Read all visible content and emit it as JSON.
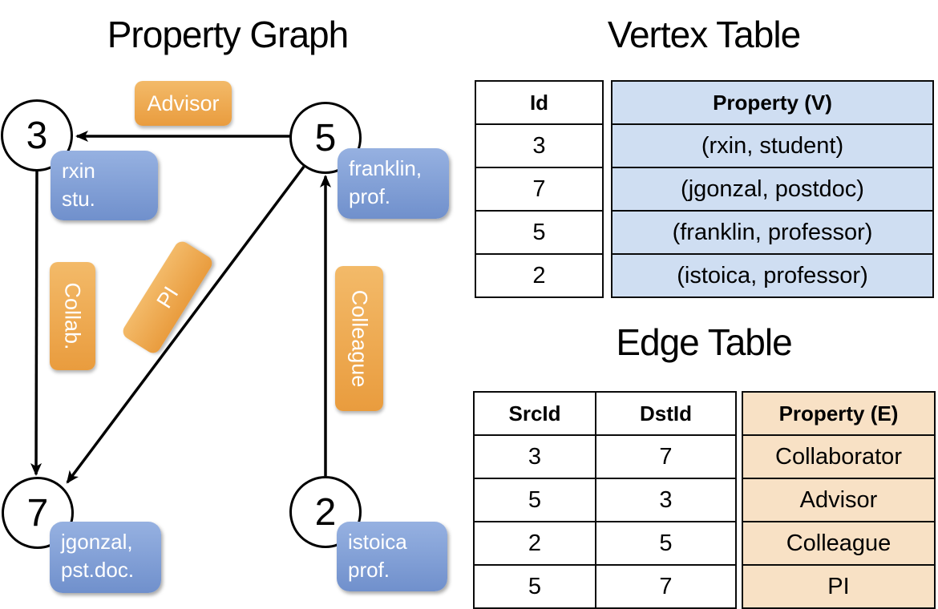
{
  "graph": {
    "title": "Property Graph",
    "nodes": [
      {
        "id": "3",
        "property_lines": [
          "rxin",
          "stu."
        ]
      },
      {
        "id": "5",
        "property_lines": [
          "franklin,",
          "prof."
        ]
      },
      {
        "id": "7",
        "property_lines": [
          "jgonzal,",
          "pst.doc."
        ]
      },
      {
        "id": "2",
        "property_lines": [
          "istoica",
          "prof."
        ]
      }
    ],
    "edges": [
      {
        "src": "5",
        "dst": "3",
        "label": "Advisor"
      },
      {
        "src": "3",
        "dst": "7",
        "label": "Collab."
      },
      {
        "src": "5",
        "dst": "7",
        "label": "PI"
      },
      {
        "src": "2",
        "dst": "5",
        "label": "Colleague"
      }
    ]
  },
  "vertex_table": {
    "title": "Vertex Table",
    "headers": {
      "id": "Id",
      "property": "Property (V)"
    },
    "rows": [
      {
        "id": "3",
        "property": "(rxin, student)"
      },
      {
        "id": "7",
        "property": "(jgonzal, postdoc)"
      },
      {
        "id": "5",
        "property": "(franklin, professor)"
      },
      {
        "id": "2",
        "property": "(istoica, professor)"
      }
    ]
  },
  "edge_table": {
    "title": "Edge Table",
    "headers": {
      "src": "SrcId",
      "dst": "DstId",
      "property": "Property (E)"
    },
    "rows": [
      {
        "src": "3",
        "dst": "7",
        "property": "Collaborator"
      },
      {
        "src": "5",
        "dst": "3",
        "property": "Advisor"
      },
      {
        "src": "2",
        "dst": "5",
        "property": "Colleague"
      },
      {
        "src": "5",
        "dst": "7",
        "property": "PI"
      }
    ]
  },
  "colors": {
    "vertex_property_fill": "#cfdef2",
    "edge_property_fill": "#f8e1c5",
    "node_box_gradient_top": "#96b1e1",
    "node_box_gradient_bottom": "#7090cc",
    "edge_label_gradient_top": "#f3ba69",
    "edge_label_gradient_bottom": "#e99c3e",
    "line_color": "#000000"
  }
}
